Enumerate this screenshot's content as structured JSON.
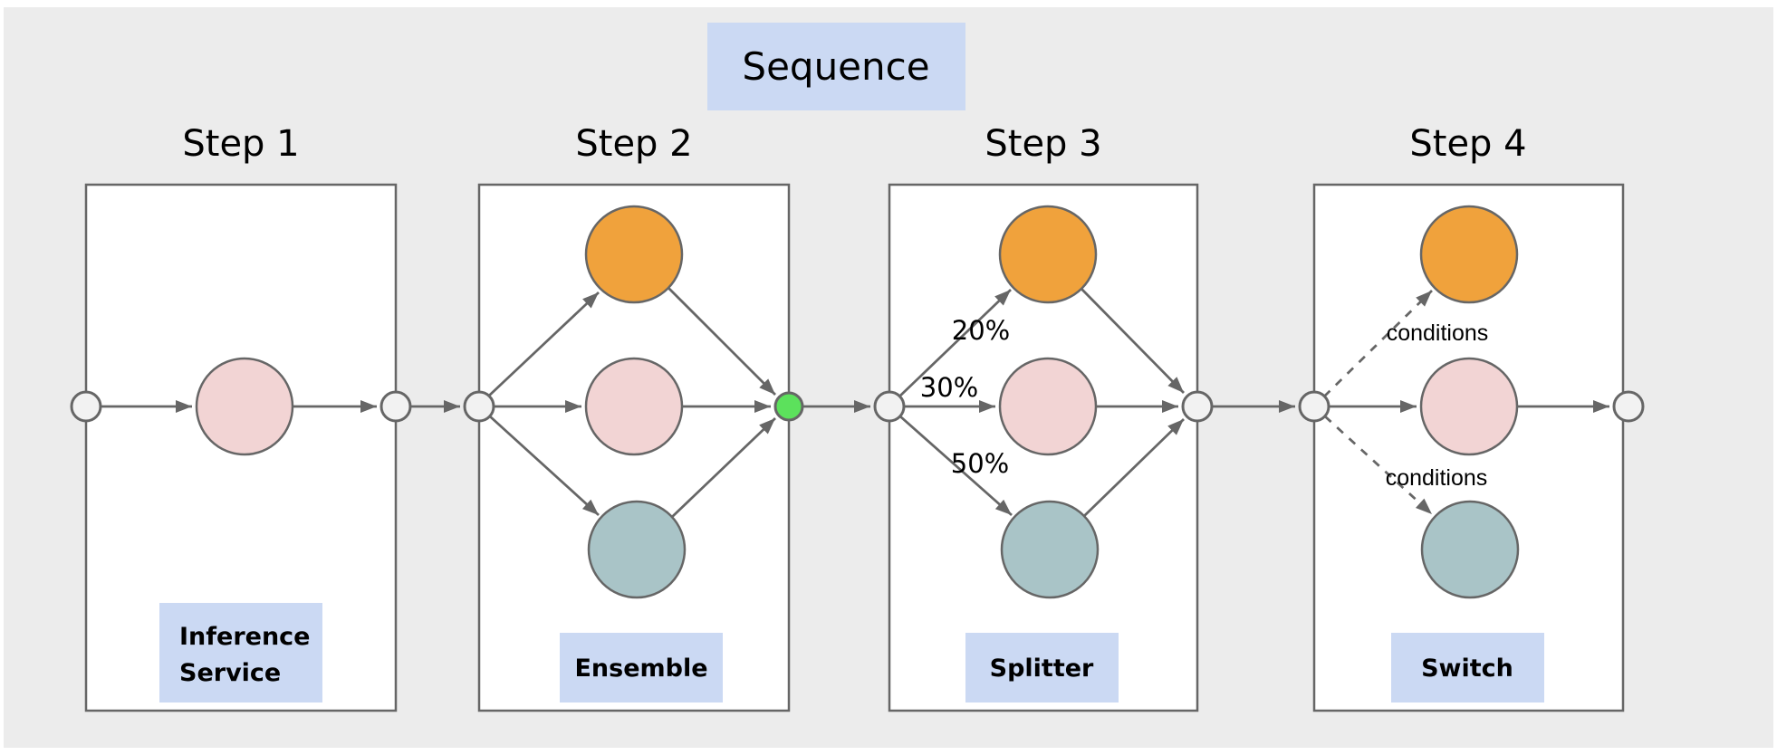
{
  "diagram_title": "Sequence",
  "colors": {
    "canvas_bg": "#ECECEC",
    "container_fill": "#FFFFFF",
    "label_bg": "#CBD9F3",
    "node_orange": "#F0A23C",
    "node_pink": "#F2D4D4",
    "node_teal": "#A9C4C7",
    "node_green": "#5CE15C",
    "connector_node_fill": "#F2F2F2",
    "stroke_color": "#666666",
    "text_color": "#000000"
  },
  "steps": [
    {
      "title": "Step 1",
      "label": "Inference Service",
      "label_lines": [
        "Inference",
        "Service"
      ]
    },
    {
      "title": "Step 2",
      "label": "Ensemble"
    },
    {
      "title": "Step 3",
      "label": "Splitter",
      "branch_labels": [
        "20%",
        "30%",
        "50%"
      ]
    },
    {
      "title": "Step 4",
      "label": "Switch",
      "branch_labels": [
        "conditions",
        "conditions"
      ]
    }
  ]
}
